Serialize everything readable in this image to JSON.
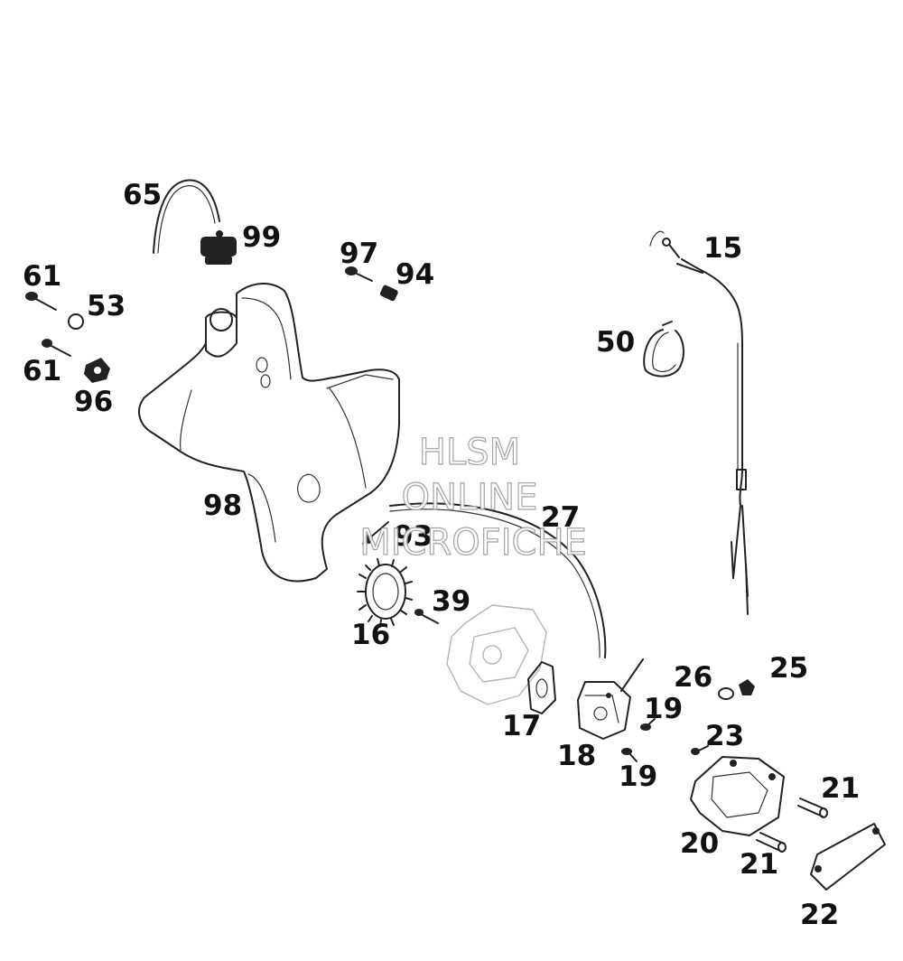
{
  "diagram": {
    "labels": {
      "p65": "65",
      "p99": "99",
      "p97": "97",
      "p94": "94",
      "p61a": "61",
      "p53": "53",
      "p61b": "61",
      "p96": "96",
      "p15": "15",
      "p50": "50",
      "p98": "98",
      "p27": "27",
      "p93": "93",
      "p39": "39",
      "p16": "16",
      "p26": "26",
      "p25": "25",
      "p19a": "19",
      "p17": "17",
      "p18": "18",
      "p19b": "19",
      "p23": "23",
      "p21a": "21",
      "p20": "20",
      "p21b": "21",
      "p22": "22"
    },
    "watermark": {
      "line1": "HLSM",
      "line2": "ONLINE",
      "line3": "MICROFICHE"
    }
  }
}
